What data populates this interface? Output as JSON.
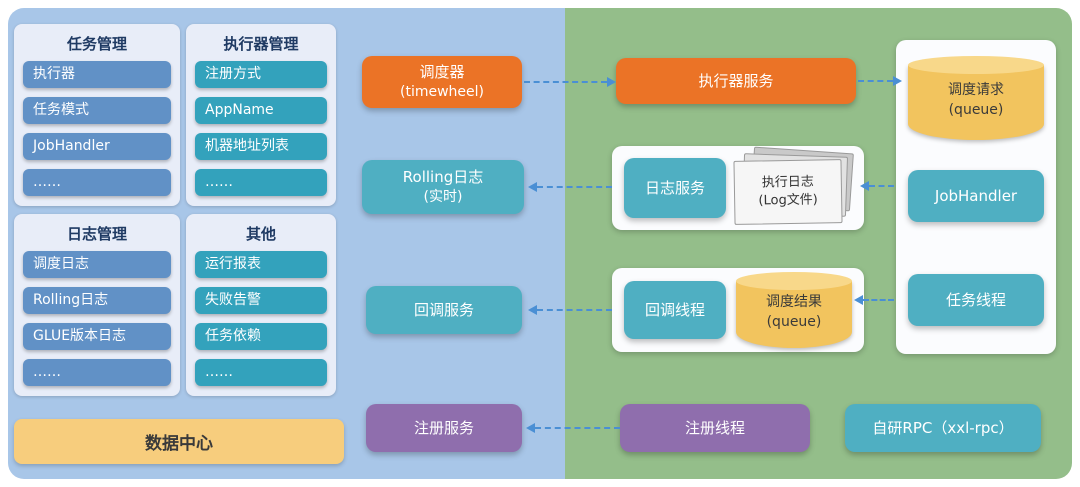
{
  "colors": {
    "bg_left": "#A8C6E8",
    "bg_right": "#94BE8A",
    "panel_bg": "#E8EDF8",
    "item_blue": "#6191C6",
    "item_teal": "#33A2BC",
    "node_orange": "#EB7326",
    "node_teal": "#4FAFC2",
    "node_purple": "#8F6EAD",
    "cylinder_gold": "#F2C45E",
    "data_center_gold": "#F7CD7D",
    "arrow_blue": "#4A8FD4"
  },
  "left": {
    "groups": [
      {
        "title": "任务管理",
        "items": [
          "执行器",
          "任务模式",
          "JobHandler",
          "……"
        ]
      },
      {
        "title": "执行器管理",
        "items": [
          "注册方式",
          "AppName",
          "机器地址列表",
          "……"
        ]
      },
      {
        "title": "日志管理",
        "items": [
          "调度日志",
          "Rolling日志",
          "GLUE版本日志",
          "……"
        ]
      },
      {
        "title": "其他",
        "items": [
          "运行报表",
          "失败告警",
          "任务依赖",
          "……"
        ]
      }
    ],
    "data_center": "数据中心"
  },
  "middle": {
    "scheduler": {
      "title": "调度器",
      "subtitle": "(timewheel)"
    },
    "rolling_log": {
      "title": "Rolling日志",
      "subtitle": "(实时)"
    },
    "callback_service": "回调服务",
    "register_service": "注册服务"
  },
  "right": {
    "executor_service": "执行器服务",
    "dispatch_request_queue": {
      "title": "调度请求",
      "subtitle": "(queue)"
    },
    "jobhandler": "JobHandler",
    "task_thread": "任务线程",
    "log_service": "日志服务",
    "exec_log": {
      "title": "执行日志",
      "subtitle": "(Log文件)"
    },
    "callback_thread": "回调线程",
    "dispatch_result_queue": {
      "title": "调度结果",
      "subtitle": "(queue)"
    },
    "register_thread": "注册线程",
    "rpc": "自研RPC（xxl-rpc）"
  }
}
